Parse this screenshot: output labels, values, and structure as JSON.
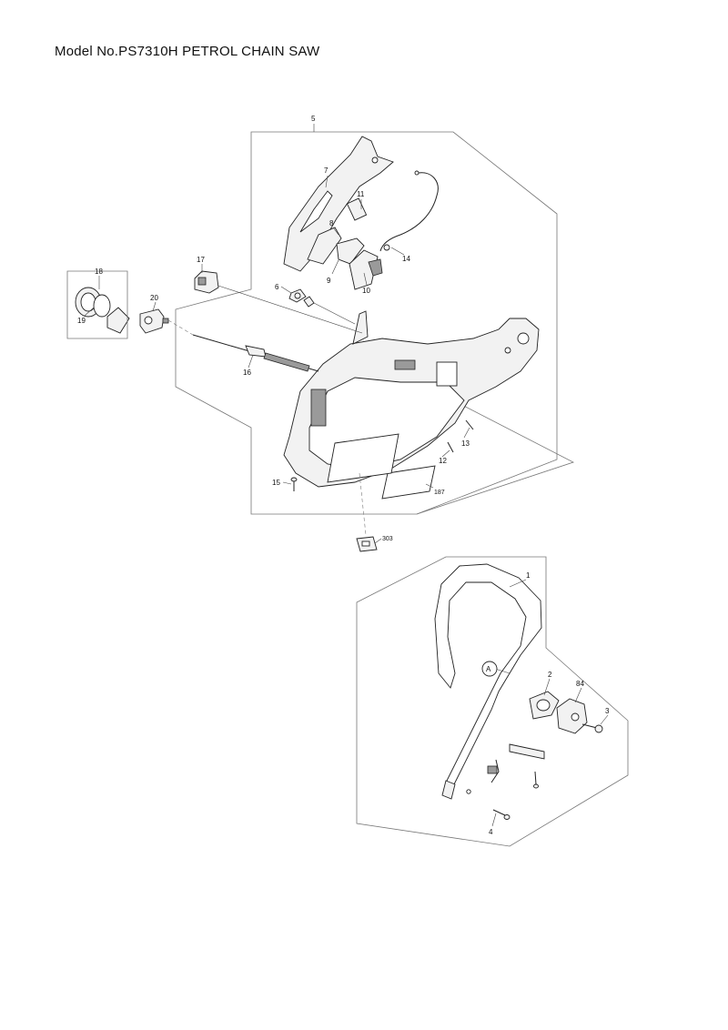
{
  "header": {
    "title": "Model No.PS7310H PETROL CHAIN SAW"
  },
  "callouts": {
    "p1": "1",
    "p2": "2",
    "p3": "3",
    "p4": "4",
    "p5": "5",
    "p6": "6",
    "p7": "7",
    "p8": "8",
    "p9": "9",
    "p10": "10",
    "p11": "11",
    "p12": "12",
    "p13": "13",
    "p14": "14",
    "p15": "15",
    "p16": "16",
    "p17": "17",
    "p18": "18",
    "p19": "19",
    "p20": "20",
    "p84": "84",
    "p187": "187",
    "p303": "303",
    "refA": "A"
  }
}
